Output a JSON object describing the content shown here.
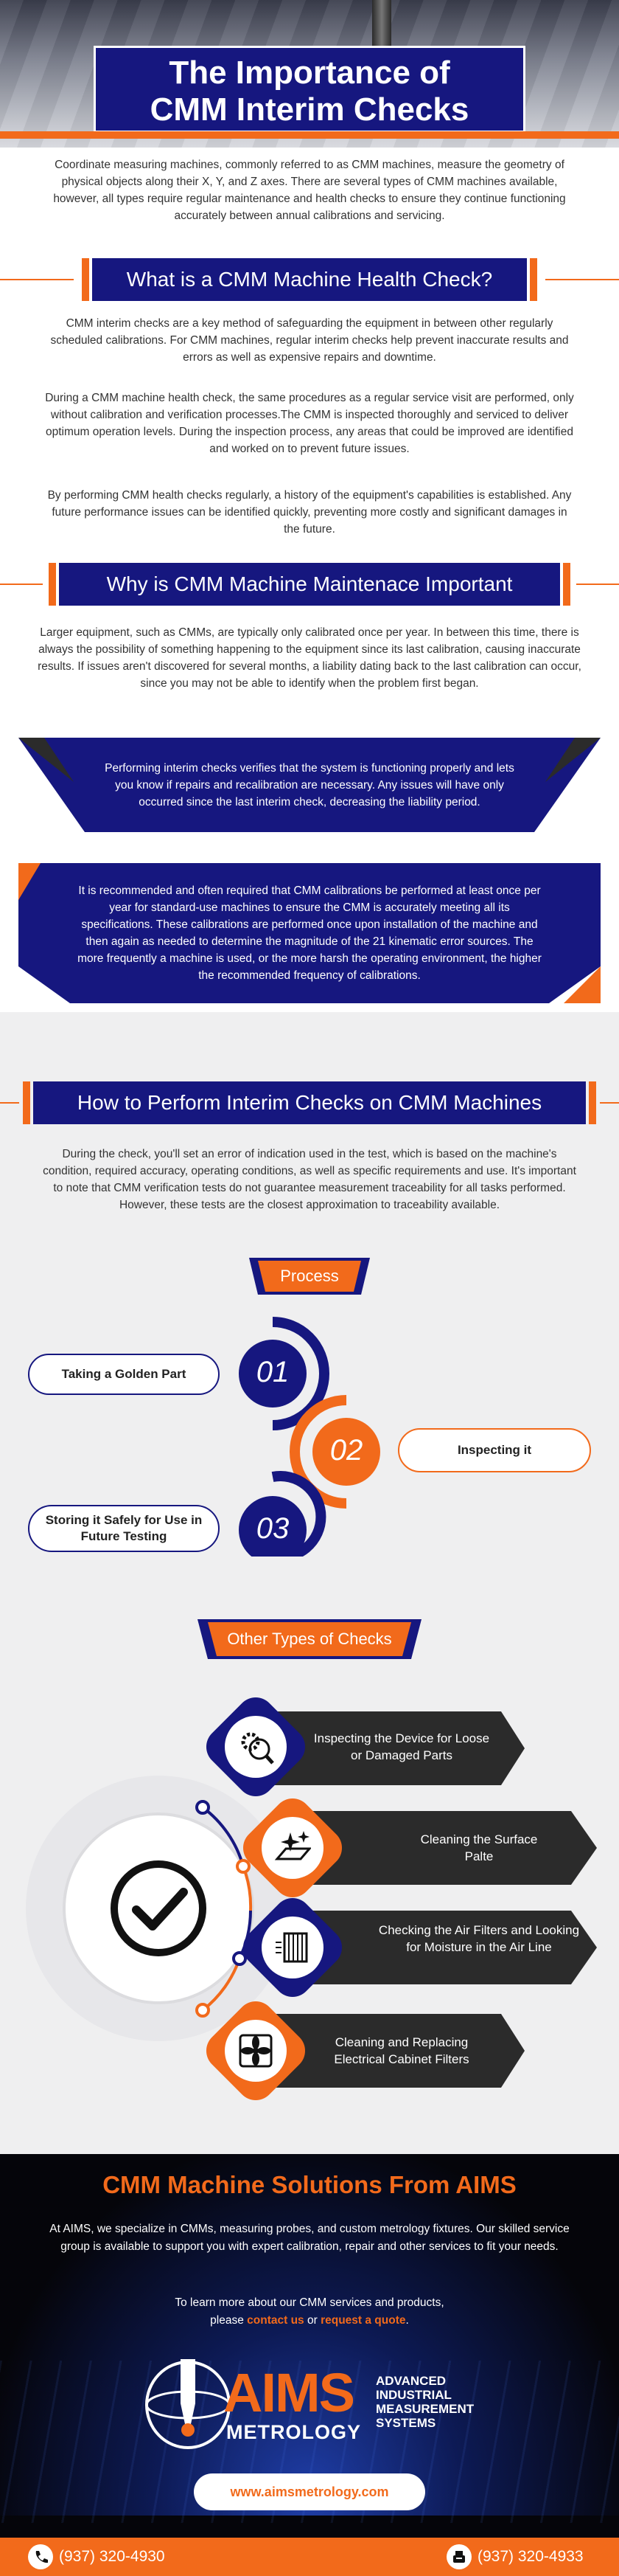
{
  "hero": {
    "title_line1": "The Importance of",
    "title_line2": "CMM Interim Checks"
  },
  "intro": "Coordinate measuring machines, commonly referred to as CMM machines, measure the geometry of physical objects along their X, Y, and Z axes. There are several types of CMM machines available, however, all types require regular maintenance and health checks to ensure they continue functioning accurately between annual calibrations and servicing.",
  "health_check": {
    "heading": "What is a CMM Machine Health Check?",
    "p1": "CMM interim checks are a key method of safeguarding the equipment in between other regularly scheduled calibrations. For CMM machines, regular interim checks help prevent inaccurate results and errors as well as expensive repairs and downtime.",
    "p2": "During a CMM machine health check, the same procedures as a regular service visit are performed, only without calibration and verification processes.The CMM is inspected thoroughly and serviced to deliver optimum operation levels. During the inspection process, any areas that could be improved are identified and worked on to prevent future issues.",
    "p3": "By performing CMM health checks regularly, a history of the equipment's capabilities is established. Any future performance issues can be identified quickly, preventing more costly and significant damages in the future."
  },
  "maintenance": {
    "heading": "Why is CMM Machine Maintenace Important",
    "p1": "Larger equipment, such as CMMs, are typically only calibrated once per year. In between this time, there is always the possibility of something happening to the equipment since its last calibration, causing inaccurate results. If issues aren't discovered for several months, a liability dating back to the last calibration can occur, since you may not be able to identify when the problem first began.",
    "callout1": "Performing interim checks verifies that the system is functioning properly and lets you know if repairs and recalibration are necessary. Any issues will have only occurred since the last interim check, decreasing the liability period.",
    "callout2": "It is recommended and often required that CMM calibrations be performed at least once per year for standard-use machines to ensure the CMM is accurately meeting all its specifications. These calibrations are performed once upon installation of the machine and then again as needed to determine the magnitude of the 21 kinematic error sources. The more frequently a machine is used, or the more harsh the operating environment, the higher the recommended frequency of calibrations."
  },
  "how_to": {
    "heading": "How to Perform Interim Checks on CMM Machines",
    "p1": "During the check, you'll set an error of indication used in the test, which is based on the machine's condition, required accuracy, operating conditions, as well as specific requirements and use. It's important to note that CMM verification tests do not guarantee measurement traceability for all tasks performed. However, these tests are the closest approximation to traceability available.",
    "process_label": "Process",
    "steps": [
      {
        "num": "01",
        "label": "Taking a Golden Part"
      },
      {
        "num": "02",
        "label": "Inspecting it"
      },
      {
        "num": "03",
        "label": "Storing it Safely for Use in Future Testing"
      }
    ],
    "other_label": "Other Types of Checks",
    "others": [
      {
        "icon": "gears-search-icon",
        "label": "Inspecting the Device for Loose or Damaged Parts"
      },
      {
        "icon": "sparkle-surface-icon",
        "label": "Cleaning the Surface Palte"
      },
      {
        "icon": "air-filter-icon",
        "label": "Checking the Air Filters and Looking for Moisture in the Air Line"
      },
      {
        "icon": "fan-filter-icon",
        "label": "Cleaning and Replacing Electrical Cabinet Filters"
      }
    ]
  },
  "footer": {
    "heading": "CMM Machine Solutions From AIMS",
    "p1": "At AIMS, we specialize in CMMs, measuring probes, and custom metrology fixtures. Our skilled service group is available to support you with expert calibration, repair and other services to fit your needs.",
    "p2_line1": "To learn more about our CMM services and products,",
    "p2_pre": "please ",
    "contact_link": "contact us",
    "p2_mid": " or ",
    "quote_link": "request a quote",
    "p2_end": ".",
    "logo_aims": "AIMS",
    "logo_metrology": "METROLOGY",
    "logo_side1": "ADVANCED",
    "logo_side2": "INDUSTRIAL",
    "logo_side3": "MEASUREMENT",
    "logo_side4": "SYSTEMS",
    "website": "www.aimsmetrology.com",
    "phone1": "(937) 320-4930",
    "phone2": "(937) 320-4933"
  },
  "colors": {
    "navy": "#16177f",
    "orange": "#f26a1b",
    "dark": "#2b2b2b"
  }
}
